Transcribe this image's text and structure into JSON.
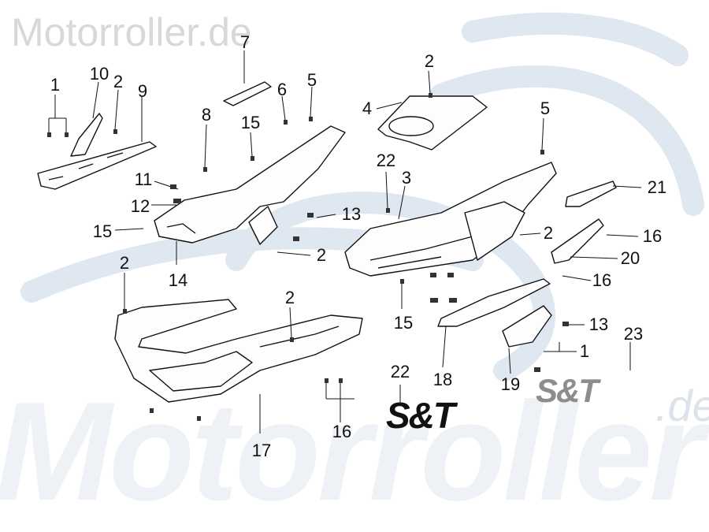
{
  "watermark": {
    "top_text": "Motorroller.de",
    "bottom_text": "Motorroller",
    "bottom_suffix": ".de"
  },
  "logos": {
    "brand_black": "S&T",
    "brand_grey": "S&T"
  },
  "colors": {
    "background": "#ffffff",
    "line": "#111111",
    "watermark_blue": "#dde5ee",
    "watermark_grey": "#d8d8d8"
  },
  "callouts": [
    "1",
    "10",
    "2",
    "9",
    "7",
    "6",
    "5",
    "8",
    "15",
    "11",
    "12",
    "15",
    "14",
    "4",
    "2",
    "5",
    "22",
    "3",
    "13",
    "2",
    "21",
    "16",
    "20",
    "16",
    "2",
    "2",
    "15",
    "13",
    "1",
    "23",
    "18",
    "19",
    "22",
    "17",
    "16"
  ]
}
